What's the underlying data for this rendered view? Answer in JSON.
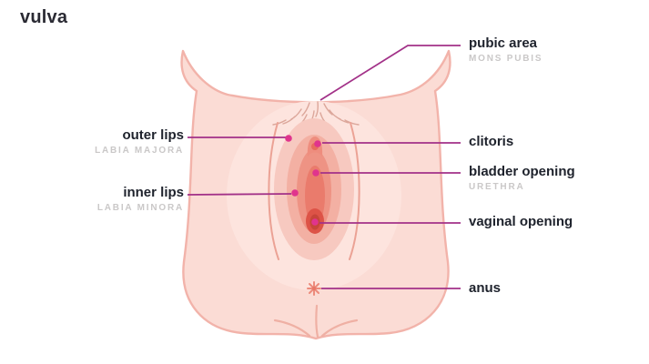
{
  "page": {
    "title": "vulva",
    "background": "#ffffff"
  },
  "colors": {
    "pointer_line": "#a23188",
    "pointer_dot": "#e0348d",
    "label_text": "#1e222c",
    "sublabel_text": "#cac8c8",
    "skin_light": "#fbdcd5",
    "skin_outline": "#f2b3aa"
  },
  "labels": {
    "pubic_area": {
      "text": "pubic area",
      "subtext": "MONS PUBIS"
    },
    "outer_lips": {
      "text": "outer lips",
      "subtext": "LABIA MAJORA"
    },
    "clitoris": {
      "text": "clitoris"
    },
    "bladder_opening": {
      "text": "bladder opening",
      "subtext": "URETHRA"
    },
    "inner_lips": {
      "text": "inner lips",
      "subtext": "LABIA MINORA"
    },
    "vaginal_opening": {
      "text": "vaginal opening"
    },
    "anus": {
      "text": "anus"
    }
  }
}
